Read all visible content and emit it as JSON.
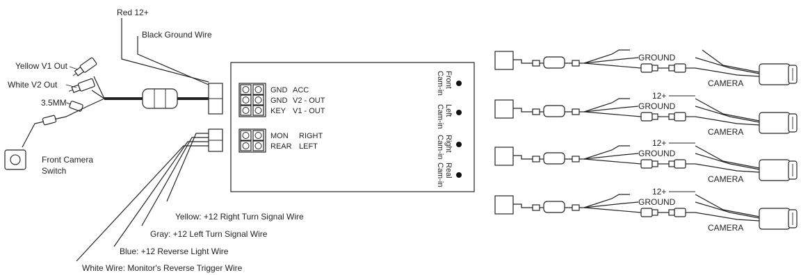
{
  "labels": {
    "red_12": "Red 12+",
    "black_ground": "Black Ground Wire",
    "yellow_v1": "Yellow V1 Out",
    "white_v2": "White V2 Out",
    "mm35": "3.5MM",
    "front_camera_1": "Front Camera",
    "front_camera_2": "Switch",
    "yellow_wire": "Yellow: +12 Right Turn Signal Wire",
    "gray_wire": "Gray: +12 Left Turn Signal Wire",
    "blue_wire": "Blue: +12 Reverse Light Wire",
    "white_wire": "White Wire: Monitor's Reverse Trigger Wire"
  },
  "module": {
    "block1": [
      {
        "left": "GND",
        "right": "ACC"
      },
      {
        "left": "GND",
        "right": "V2 - OUT"
      },
      {
        "left": "KEY",
        "right": "V1 - OUT"
      }
    ],
    "block2": [
      {
        "left": "MON",
        "right": "RIGHT"
      },
      {
        "left": "REAR",
        "right": "LEFT"
      }
    ],
    "side_labels": [
      {
        "line1": "Front",
        "line2": "Cam-in"
      },
      {
        "line1": "Left",
        "line2": "Cam-in"
      },
      {
        "line1": "Right",
        "line2": "Cam-in"
      },
      {
        "line1": "Real",
        "line2": "Cam-in"
      }
    ]
  },
  "cameras": [
    {
      "power": "",
      "ground": "GROUND",
      "camera": "CAMERA"
    },
    {
      "power": "12+",
      "ground": "GROUND",
      "camera": "CAMERA"
    },
    {
      "power": "12+",
      "ground": "GROUND",
      "camera": "CAMERA"
    },
    {
      "power": "12+",
      "ground": "GROUND",
      "camera": "CAMERA"
    }
  ]
}
